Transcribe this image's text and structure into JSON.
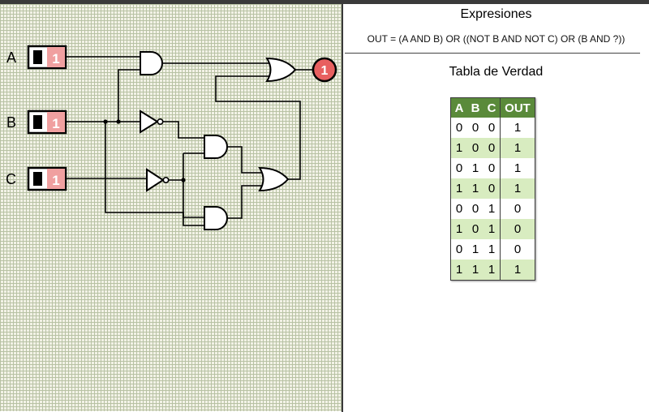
{
  "circuit": {
    "inputs": [
      {
        "label": "A",
        "value": "1"
      },
      {
        "label": "B",
        "value": "1"
      },
      {
        "label": "C",
        "value": "1"
      }
    ],
    "output": {
      "value": "1"
    },
    "colors": {
      "switch_on": "#f0a0a0",
      "led_on": "#e86060",
      "wire": "#000000"
    }
  },
  "panel": {
    "expressions_title": "Expresiones",
    "expression": "OUT = (A AND B) OR ((NOT B AND NOT C) OR (B AND ?))",
    "truth_table_title": "Tabla de Verdad",
    "truth_table": {
      "columns": [
        "A",
        "B",
        "C",
        "OUT"
      ],
      "rows": [
        [
          "0",
          "0",
          "0",
          "1"
        ],
        [
          "1",
          "0",
          "0",
          "1"
        ],
        [
          "0",
          "1",
          "0",
          "1"
        ],
        [
          "1",
          "1",
          "0",
          "1"
        ],
        [
          "0",
          "0",
          "1",
          "0"
        ],
        [
          "1",
          "0",
          "1",
          "0"
        ],
        [
          "0",
          "1",
          "1",
          "0"
        ],
        [
          "1",
          "1",
          "1",
          "1"
        ]
      ]
    }
  }
}
